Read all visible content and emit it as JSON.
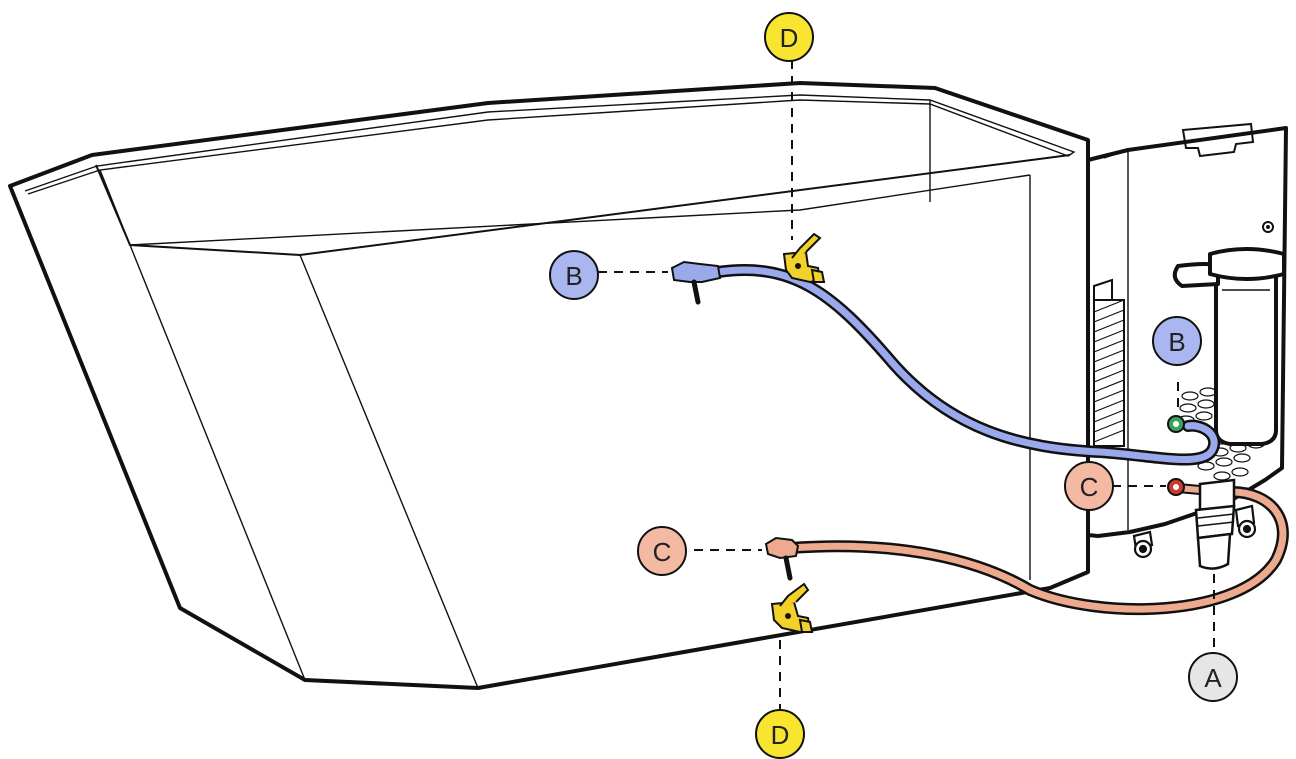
{
  "callouts": {
    "a": "A",
    "b": "B",
    "c": "C",
    "d": "D"
  },
  "colors": {
    "a": "#e6e6e6",
    "b": "#a9b6ef",
    "c": "#f3b9a2",
    "d": "#f7e530",
    "blue_hose": "#9aa8ec",
    "orange_hose": "#eeaa8e",
    "valve_yellow": "#f2d22a",
    "port_green": "#3aa35a",
    "port_red": "#cc3b2c"
  },
  "icons": {
    "tub": "hydrotherapy-tub-icon",
    "unit": "pump-unit-icon",
    "valve": "ball-valve-icon",
    "hose": "hose-icon",
    "filter": "filter-icon"
  }
}
